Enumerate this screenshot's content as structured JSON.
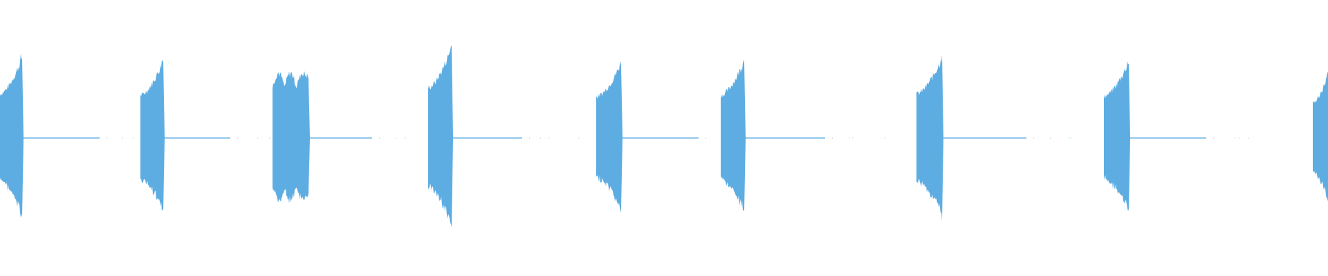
{
  "waveform": {
    "color": "#5dade2",
    "background": "#ffffff",
    "bursts": [
      {
        "amplitude": 0.58,
        "shape": "rising"
      },
      {
        "amplitude": 0.56,
        "shape": "rising"
      },
      {
        "amplitude": 0.47,
        "shape": "double"
      },
      {
        "amplitude": 0.66,
        "shape": "rising"
      },
      {
        "amplitude": 0.54,
        "shape": "rising"
      },
      {
        "amplitude": 0.56,
        "shape": "rising"
      },
      {
        "amplitude": 0.58,
        "shape": "rising"
      },
      {
        "amplitude": 0.55,
        "shape": "rising"
      },
      {
        "amplitude": 0.46,
        "shape": "rising"
      }
    ]
  }
}
